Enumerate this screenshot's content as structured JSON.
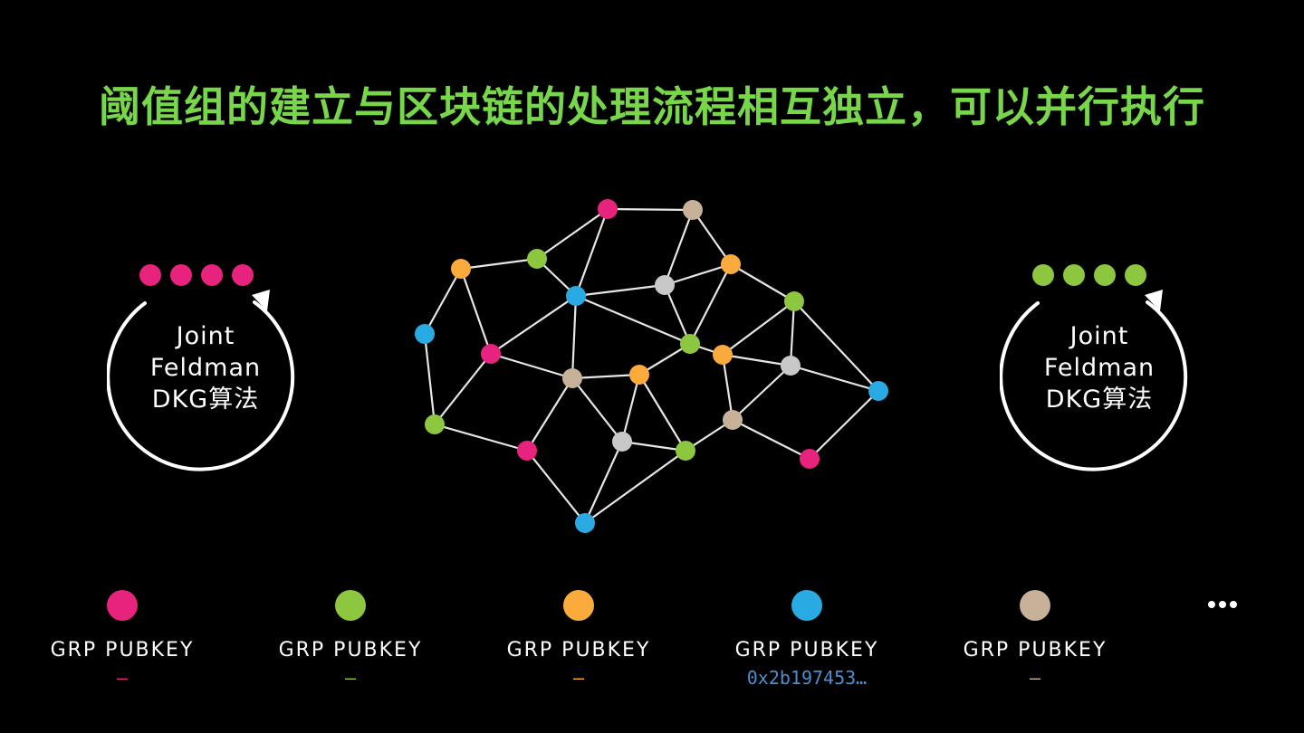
{
  "title": "阈值组的建立与区块链的处理流程相互独立，可以并行执行",
  "colors": {
    "title": "#78d64b",
    "pink": "#e8237e",
    "green": "#8dc63f",
    "orange": "#fbaa3c",
    "blue": "#29aae2",
    "tan": "#c7b299",
    "gray": "#c8c8c8",
    "edge": "#e6e6e6"
  },
  "cycles": [
    {
      "label": [
        "Joint",
        "Feldman",
        "DKG算法"
      ],
      "dot_color": "pink",
      "dot_count": 4
    },
    {
      "label": [
        "Joint",
        "Feldman",
        "DKG算法"
      ],
      "dot_color": "green",
      "dot_count": 4
    }
  ],
  "legend": [
    {
      "color": "pink",
      "name": "GRP PUBKEY",
      "value": "–",
      "value_color": "#e8237e"
    },
    {
      "color": "green",
      "name": "GRP PUBKEY",
      "value": "–",
      "value_color": "#8dc63f"
    },
    {
      "color": "orange",
      "name": "GRP PUBKEY",
      "value": "–",
      "value_color": "#fbaa3c"
    },
    {
      "color": "blue",
      "name": "GRP PUBKEY",
      "value": "0x2b197453…",
      "value_color": "#4a8fd0"
    },
    {
      "color": "tan",
      "name": "GRP PUBKEY",
      "value": "–",
      "value_color": "#c7b299"
    }
  ],
  "more_icon": "ellipsis-icon",
  "network_node_colors": [
    "pink",
    "tan",
    "orange",
    "green",
    "blue",
    "gray",
    "orange",
    "green",
    "blue",
    "pink",
    "tan",
    "orange",
    "green",
    "orange",
    "gray",
    "blue",
    "green",
    "pink",
    "gray",
    "green",
    "tan",
    "pink",
    "blue"
  ]
}
